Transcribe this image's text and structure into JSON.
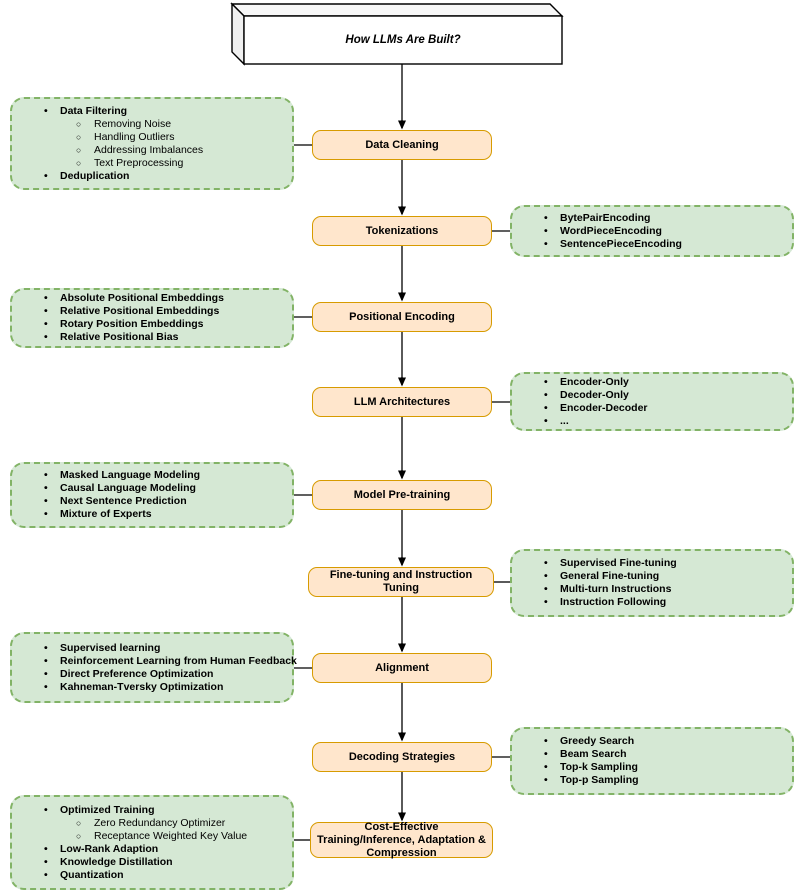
{
  "title": "How LLMs Are Built?",
  "colors": {
    "panel_fill": "#d5e8d4",
    "panel_border": "#82b366",
    "node_fill": "#ffe6cc",
    "node_border": "#d79b00",
    "line": "#000000",
    "background": "#ffffff"
  },
  "icons": {
    "bullet-level1": "•",
    "bullet-level2": "○",
    "arrowhead-down": "▼"
  },
  "flow": {
    "steps": [
      {
        "label": "Data Cleaning",
        "panel_side": "left",
        "bullets": [
          {
            "t": "Data Filtering",
            "lvl": 1
          },
          {
            "t": "Removing Noise",
            "lvl": 2
          },
          {
            "t": "Handling Outliers",
            "lvl": 2
          },
          {
            "t": "Addressing Imbalances",
            "lvl": 2
          },
          {
            "t": "Text Preprocessing",
            "lvl": 2
          },
          {
            "t": "Deduplication",
            "lvl": 1
          }
        ]
      },
      {
        "label": "Tokenizations",
        "panel_side": "right",
        "bullets": [
          {
            "t": "BytePairEncoding",
            "lvl": 1
          },
          {
            "t": "WordPieceEncoding",
            "lvl": 1
          },
          {
            "t": "SentencePieceEncoding",
            "lvl": 1
          }
        ]
      },
      {
        "label": "Positional Encoding",
        "panel_side": "left",
        "bullets": [
          {
            "t": "Absolute Positional Embeddings",
            "lvl": 1
          },
          {
            "t": "Relative Positional Embeddings",
            "lvl": 1
          },
          {
            "t": "Rotary Position Embeddings",
            "lvl": 1
          },
          {
            "t": "Relative Positional Bias",
            "lvl": 1
          }
        ]
      },
      {
        "label": "LLM Architectures",
        "panel_side": "right",
        "bullets": [
          {
            "t": "Encoder-Only",
            "lvl": 1
          },
          {
            "t": "Decoder-Only",
            "lvl": 1
          },
          {
            "t": "Encoder-Decoder",
            "lvl": 1
          },
          {
            "t": "...",
            "lvl": 1
          }
        ]
      },
      {
        "label": "Model Pre-training",
        "panel_side": "left",
        "bullets": [
          {
            "t": "Masked Language Modeling",
            "lvl": 1
          },
          {
            "t": "Causal Language Modeling",
            "lvl": 1
          },
          {
            "t": "Next Sentence Prediction",
            "lvl": 1
          },
          {
            "t": "Mixture of Experts",
            "lvl": 1
          }
        ]
      },
      {
        "label": "Fine-tuning and Instruction Tuning",
        "panel_side": "right",
        "bullets": [
          {
            "t": "Supervised Fine-tuning",
            "lvl": 1
          },
          {
            "t": "General Fine-tuning",
            "lvl": 1
          },
          {
            "t": "Multi-turn Instructions",
            "lvl": 1
          },
          {
            "t": "Instruction Following",
            "lvl": 1
          }
        ]
      },
      {
        "label": "Alignment",
        "panel_side": "left",
        "bullets": [
          {
            "t": "Supervised learning",
            "lvl": 1
          },
          {
            "t": "Reinforcement Learning from Human Feedback",
            "lvl": 1
          },
          {
            "t": "Direct Preference Optimization",
            "lvl": 1
          },
          {
            "t": "Kahneman-Tversky Optimization",
            "lvl": 1
          }
        ]
      },
      {
        "label": "Decoding Strategies",
        "panel_side": "right",
        "bullets": [
          {
            "t": "Greedy Search",
            "lvl": 1
          },
          {
            "t": "Beam Search",
            "lvl": 1
          },
          {
            "t": "Top-k Sampling",
            "lvl": 1
          },
          {
            "t": "Top-p Sampling",
            "lvl": 1
          }
        ]
      },
      {
        "label": "Cost-Effective Training/Inference, Adaptation & Compression",
        "panel_side": "left",
        "bullets": [
          {
            "t": "Optimized Training",
            "lvl": 1
          },
          {
            "t": "Zero Redundancy Optimizer",
            "lvl": 2
          },
          {
            "t": "Receptance Weighted Key Value",
            "lvl": 2
          },
          {
            "t": "Low-Rank Adaption",
            "lvl": 1
          },
          {
            "t": "Knowledge Distillation",
            "lvl": 1
          },
          {
            "t": "Quantization",
            "lvl": 1
          }
        ]
      }
    ]
  }
}
